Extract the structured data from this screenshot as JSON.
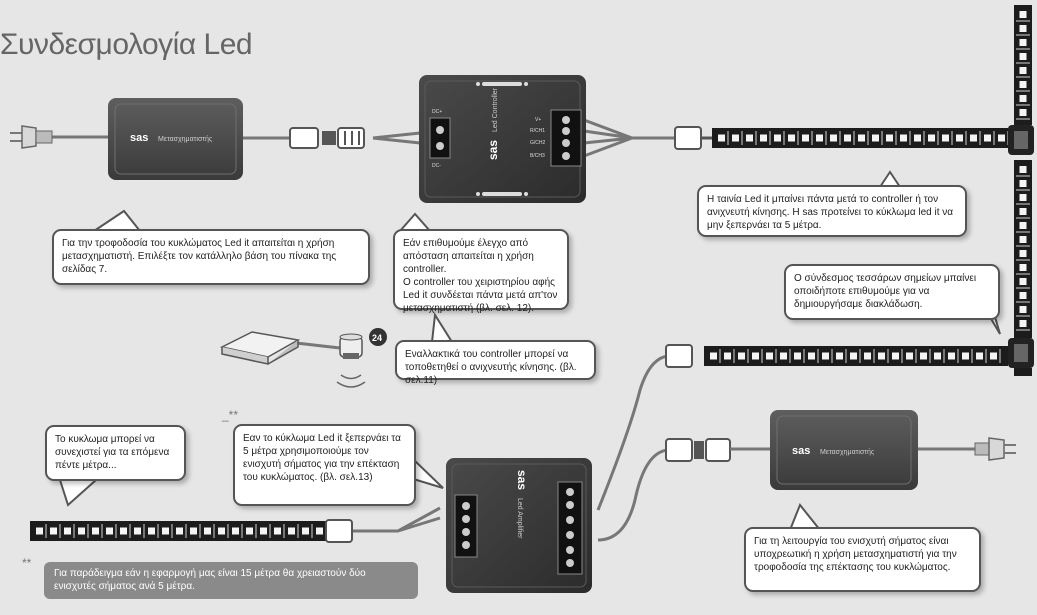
{
  "title": "Συνδεσμολογία Led",
  "devices": {
    "transformer_top": {
      "brand": "sas",
      "label": "Μετασχηματιστής"
    },
    "transformer_bottom": {
      "brand": "sas",
      "label": "Μετασχηματιστής"
    },
    "controller": {
      "brand": "sas",
      "label": "Led Controller",
      "left_pins": [
        "DC+",
        "DC-"
      ],
      "right_pins": [
        "V+",
        "R/CH1",
        "G/CH2",
        "B/CH3"
      ]
    },
    "amplifier": {
      "brand": "sas",
      "label": "Led Amplifier"
    },
    "sensor_badge": "24"
  },
  "callouts": {
    "transformer": "Για την τροφοδοσία του κυκλώματος Led it  απαιτείται η χρήση μετασχηματιστή. Επιλέξτε τον κατάλληλο βάση του πίνακα της σελίδας 7.",
    "controller": "Εάν επιθυμούμε έλεγχο από απόσταση απαιτείται η χρήση controller.\nΟ controller του χειριστηρίου αφής Led it συνδέεται πάντα μετά απ'τον μετασχηματιστή (βλ. σελ. 12).",
    "sensor": "Εναλλακτικά του controller μπορεί να τοποθετηθεί ο ανιχνευτής κίνησης. (βλ. σελ.11)",
    "strip": "Η ταινία Led it μπαίνει πάντα μετά το controller ή τον ανιχνευτή κίνησης. Η sas προτείνει το κύκλωμα led it να μην ξεπερνάει τα 5 μέτρα.",
    "connector": "Ο σύνδεσμος τεσσάρων σημείων μπαίνει οποιδήποτε επιθυμούμε για να δημιουργήσαμε διακλάδωση.",
    "continue": "Το κυκλωμα μπορεί να συνεχιστεί για τα επόμενα πέντε μέτρα...",
    "amplifier": "Εαν το κύκλωμα Led it ξεπερνάει τα 5 μέτρα χρησιμοποιούμε τον ενισχυτή σήματος για την επέκταση του κυκλώματος. (βλ. σελ.13)",
    "amp_power": "Για τη λειτουργία του ενισχυτή σήματος είναι υποχρεωτική η  χρήση μετασχηματιστή για την τροφοδοσία της επέκτασης του κυκλώματος."
  },
  "footnote": {
    "mark": "**",
    "text": "Για παράδειγμα εάν η εφαρμογή μας είναι 15 μέτρα θα χρειαστούν δύο ενισχυτές σήματος ανά 5 μέτρα."
  },
  "marks": {
    "amplifier_note": "_**"
  }
}
